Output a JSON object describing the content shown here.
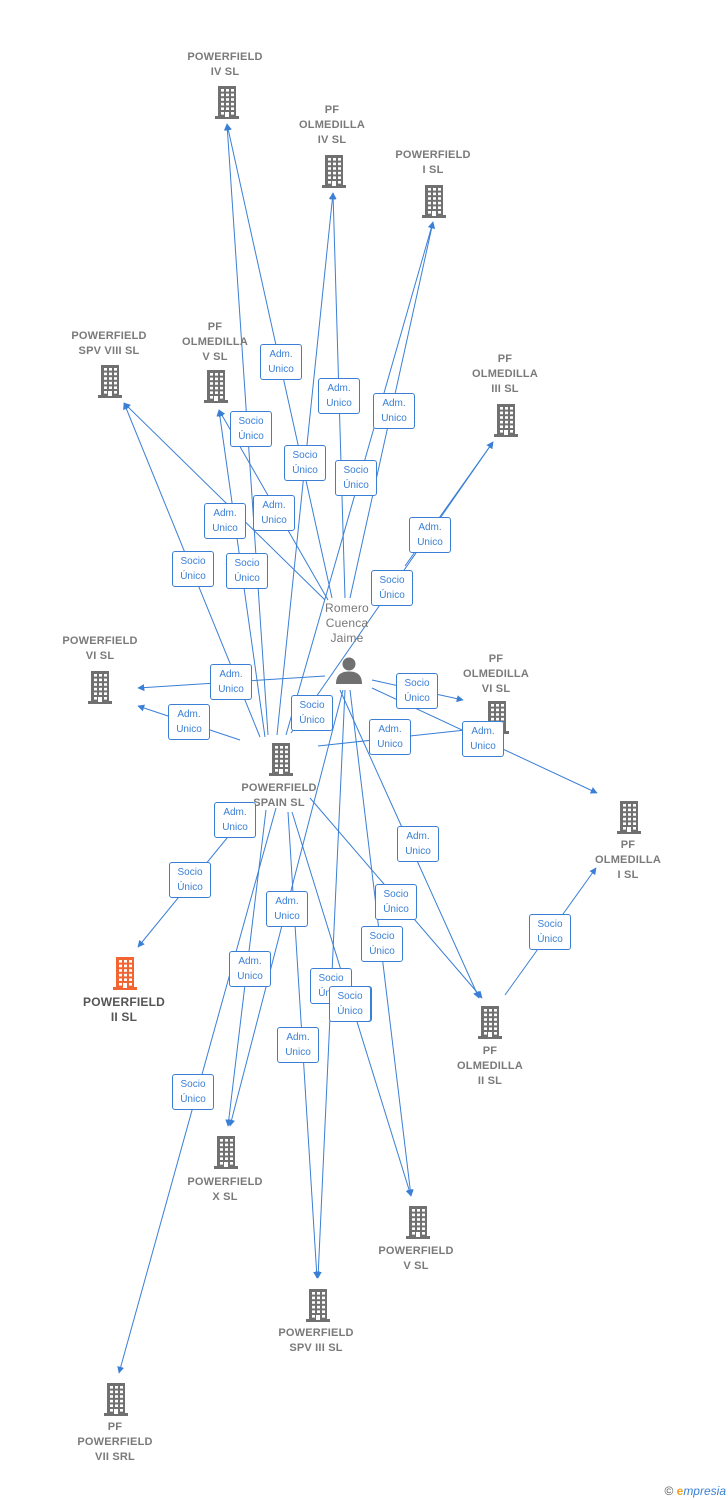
{
  "nodes": [
    {
      "id": "iv",
      "label": "POWERFIELD\nIV  SL",
      "type": "building"
    },
    {
      "id": "olm4",
      "label": "PF\nOLMEDILLA\nIV  SL",
      "type": "building"
    },
    {
      "id": "i",
      "label": "POWERFIELD\nI  SL",
      "type": "building"
    },
    {
      "id": "spv8",
      "label": "POWERFIELD\nSPV VIII  SL",
      "type": "building"
    },
    {
      "id": "olm5",
      "label": "PF\nOLMEDILLA\nV  SL",
      "type": "building"
    },
    {
      "id": "olm3",
      "label": "PF\nOLMEDILLA\nIII  SL",
      "type": "building"
    },
    {
      "id": "person",
      "label": "Romero\nCuenca\nJaime",
      "type": "person"
    },
    {
      "id": "vi",
      "label": "POWERFIELD\nVI  SL",
      "type": "building"
    },
    {
      "id": "olm6",
      "label": "PF\nOLMEDILLA\nVI  SL",
      "type": "building"
    },
    {
      "id": "spain",
      "label": "POWERFIELD\nSPAIN  SL",
      "type": "building"
    },
    {
      "id": "olm1",
      "label": "PF\nOLMEDILLA\nI  SL",
      "type": "building"
    },
    {
      "id": "ii",
      "label": "POWERFIELD\nII  SL",
      "type": "focus"
    },
    {
      "id": "olm2",
      "label": "PF\nOLMEDILLA\nII  SL",
      "type": "building"
    },
    {
      "id": "x",
      "label": "POWERFIELD\nX  SL",
      "type": "building"
    },
    {
      "id": "v",
      "label": "POWERFIELD\nV  SL",
      "type": "building"
    },
    {
      "id": "spv3",
      "label": "POWERFIELD\nSPV III  SL",
      "type": "building"
    },
    {
      "id": "vii",
      "label": "PF\nPOWERFIELD\nVII SRL",
      "type": "building"
    }
  ],
  "edge_labels": [
    "Adm.\nUnico",
    "Adm.\nUnico",
    "Adm.\nUnico",
    "Socio\nÚnico",
    "Socio\nÚnico",
    "Socio\nÚnico",
    "Adm.\nUnico",
    "Adm.\nUnico",
    "Adm.\nUnico",
    "Socio\nÚnico",
    "Socio\nÚnico",
    "Socio\nÚnico",
    "Adm.\nUnico",
    "Socio\nÚnico",
    "Adm.\nUnico",
    "Adm.\nUnico",
    "Socio\nÚnico",
    "Adm.\nUnico",
    "Adm.\nUnico",
    "Socio\nÚnico",
    "Adm.\nUnico",
    "Socio\nÚnico",
    "Adm.\nUnico",
    "Adm.\nUnico",
    "Socio\nÚnico",
    "Socio\nÚnico",
    "Socio\nÚnico",
    "Adm.\nUnico",
    "Socio\nÚnico",
    "Socio\nÚnico",
    "Socio\nÚnico"
  ],
  "colors": {
    "edge": "#3a7fd5",
    "building": "#707070",
    "focus": "#f26532"
  },
  "footer": {
    "copyright": "©",
    "brand_e": "e",
    "brand": "mpresia"
  }
}
